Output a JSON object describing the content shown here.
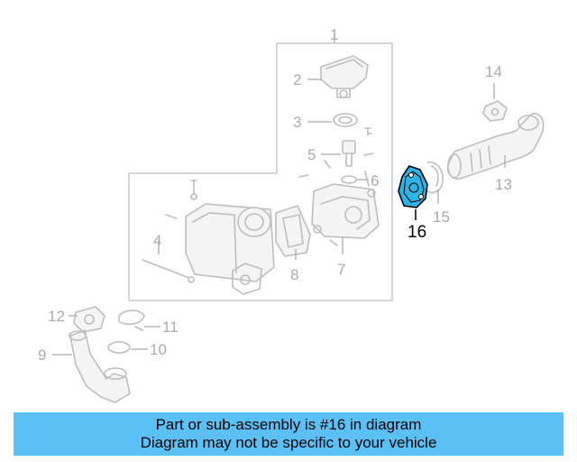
{
  "callouts": [
    {
      "id": "1",
      "label": "1"
    },
    {
      "id": "2",
      "label": "2"
    },
    {
      "id": "3",
      "label": "3"
    },
    {
      "id": "4",
      "label": "4"
    },
    {
      "id": "5",
      "label": "5"
    },
    {
      "id": "6",
      "label": "6"
    },
    {
      "id": "7",
      "label": "7"
    },
    {
      "id": "8",
      "label": "8"
    },
    {
      "id": "9",
      "label": "9"
    },
    {
      "id": "10",
      "label": "10"
    },
    {
      "id": "11",
      "label": "11"
    },
    {
      "id": "12",
      "label": "12"
    },
    {
      "id": "13",
      "label": "13"
    },
    {
      "id": "14",
      "label": "14"
    },
    {
      "id": "15",
      "label": "15"
    },
    {
      "id": "16",
      "label": "16"
    }
  ],
  "highlight": {
    "part_number": "16",
    "color": "#29b6e8"
  },
  "banner": {
    "line1": "Part or sub-assembly is #16 in diagram",
    "line2": "Diagram may not be specific to your vehicle",
    "color": "#5bc0f5"
  }
}
